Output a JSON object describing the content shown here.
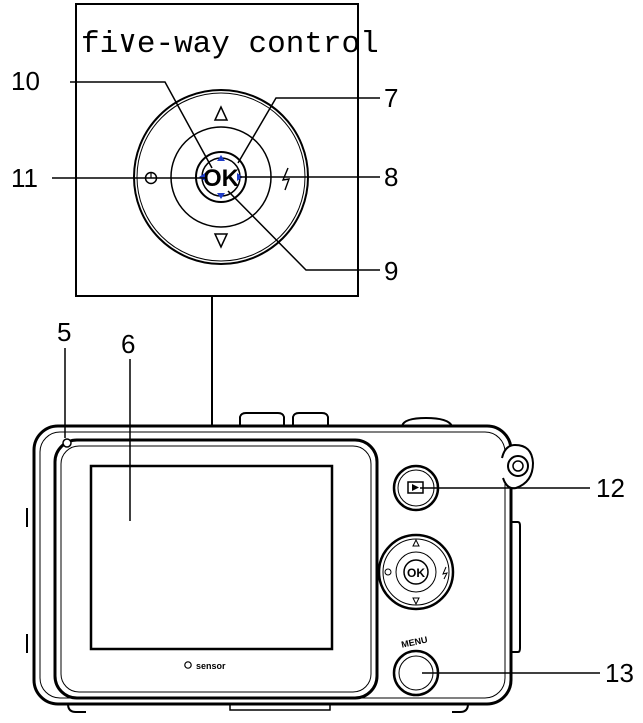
{
  "inset": {
    "title": "fi∨e-way control",
    "ok_label": "OK"
  },
  "device": {
    "sensor_label": "sensor",
    "menu_label": "MENU"
  },
  "callouts": {
    "c5": "5",
    "c6": "6",
    "c7": "7",
    "c8": "8",
    "c9": "9",
    "c10": "10",
    "c11": "11",
    "c12": "12",
    "c13": "13"
  },
  "icons": {
    "up": "triangle-up-icon",
    "down": "triangle-down-icon",
    "left": "self-timer-icon",
    "right": "flash-icon",
    "play": "playback-icon"
  },
  "colors": {
    "ink": "#000000",
    "ok_accent": "#1e3cc8"
  }
}
